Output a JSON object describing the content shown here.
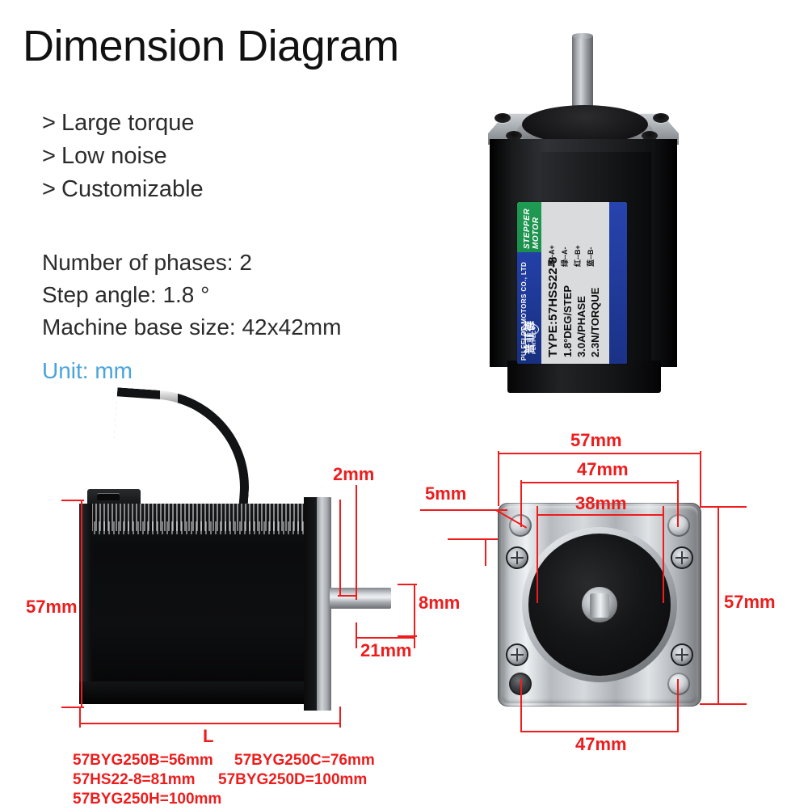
{
  "header": {
    "title": "Dimension Diagram",
    "bullet_marker": ">",
    "features": [
      "Large torque",
      "Low noise",
      "Customizable"
    ],
    "specs": [
      "Number of phases: 2",
      "Step angle: 1.8 °",
      "Machine base size: 42x42mm"
    ],
    "unit_note": "Unit: mm",
    "unit_color": "#4aa3dd"
  },
  "product_label": {
    "brand_en_line1": "STEPPER",
    "brand_en_line2": "MOTOR",
    "brand_cn": "普菲德",
    "brand_sub": "PERFECT",
    "logo_text": "PFD",
    "type": "TYPE:57HSS22-8",
    "step": "1.8°DEG/STEP",
    "current": "3.0A/PHASE",
    "torque": "2.3N/TORQUE",
    "wires": [
      "黑--A+",
      "绿--A-",
      "红--B+",
      "蓝--B-"
    ],
    "company": "PU FEI DE MOTORS CO., LTD"
  },
  "dimensions": {
    "color": "#ee1c1c",
    "side_view": {
      "height": "57mm",
      "flange_thickness": "2mm",
      "shaft_diameter": "8mm",
      "shaft_length": "21mm",
      "body_length": "L"
    },
    "front_view": {
      "outer_width": "57mm",
      "bolt_circle": "47mm",
      "pilot_boss": "38mm",
      "hole_diameter": "5mm",
      "outer_height": "57mm",
      "bottom_bolt_span": "47mm"
    }
  },
  "length_table": [
    "57BYG250B=56mm",
    "57HS22-8=81mm",
    "57BYG250H=100mm",
    "57BYG250C=76mm",
    "57BYG250D=100mm"
  ],
  "length_table_layout": {
    "col1": [
      "57BYG250B=56mm",
      "57HS22-8=81mm",
      "57BYG250H=100mm"
    ],
    "col2": [
      "57BYG250C=76mm",
      "57BYG250D=100mm"
    ]
  }
}
